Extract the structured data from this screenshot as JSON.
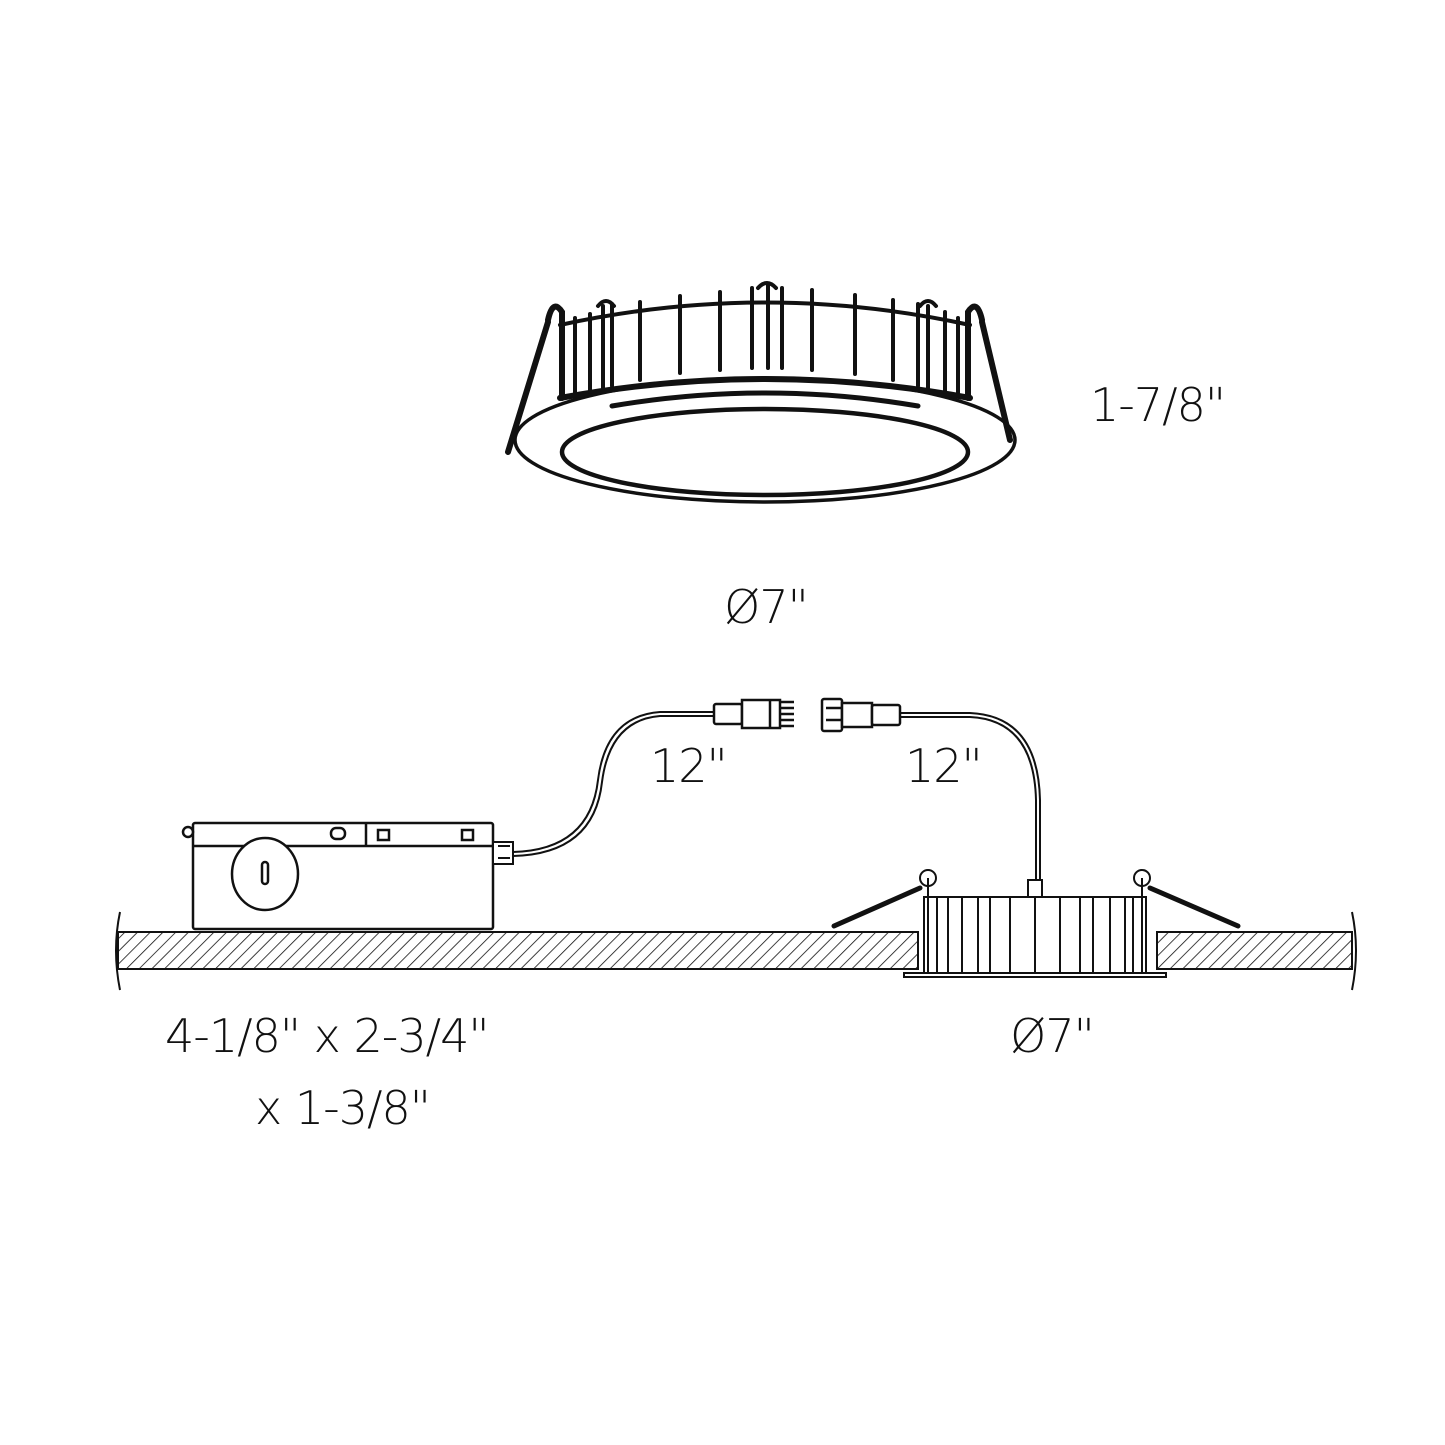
{
  "diagram": {
    "type": "product dimension drawing",
    "subject": "recessed LED downlight with remote junction box",
    "colors": {
      "line": "#111111",
      "background": "#ffffff"
    }
  },
  "labels": {
    "fixture_height": "1-7/8\"",
    "fixture_diameter_top": "Ø7\"",
    "cable_left": "12\"",
    "cable_right": "12\"",
    "jbox_dims_line1": "4-1/8\" x 2-3/4\"",
    "jbox_dims_line2": "x 1-3/8\"",
    "fixture_diameter_bottom": "Ø7\""
  }
}
